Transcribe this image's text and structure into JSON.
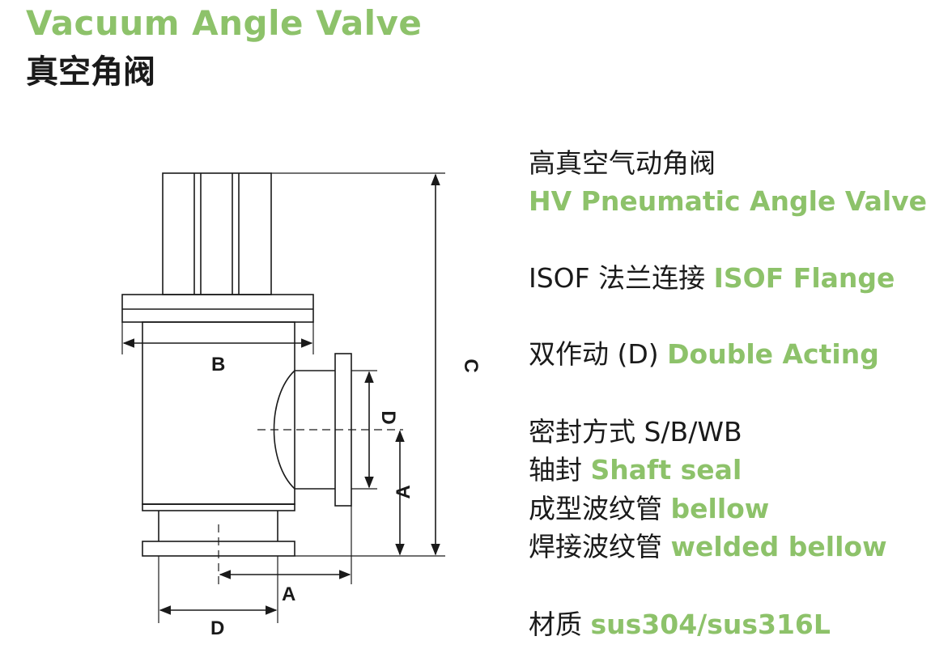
{
  "header": {
    "title_en": "Vacuum Angle Valve",
    "title_cn": "真空角阀"
  },
  "specs": {
    "type_cn": "高真空气动角阀",
    "type_en": "HV Pneumatic Angle Valve",
    "flange_cn": "ISOF 法兰连接",
    "flange_en": "ISOF Flange",
    "acting_cn": "双作动 (D)",
    "acting_en": "Double Acting",
    "seal_cn": "密封方式 S/B/WB",
    "shaft_cn": "轴封",
    "shaft_en": "Shaft seal",
    "bellow_cn": "成型波纹管",
    "bellow_en": "bellow",
    "welded_cn": "焊接波纹管",
    "welded_en": "welded bellow",
    "material_cn": "材质",
    "material_en": "sus304/sus316L"
  },
  "dimensions": {
    "b": "B",
    "c": "C",
    "d_side": "D",
    "a_side": "A",
    "a_bottom": "A",
    "d_bottom": "D"
  },
  "colors": {
    "accent": "#8dc26a",
    "text": "#1a1a1a"
  }
}
